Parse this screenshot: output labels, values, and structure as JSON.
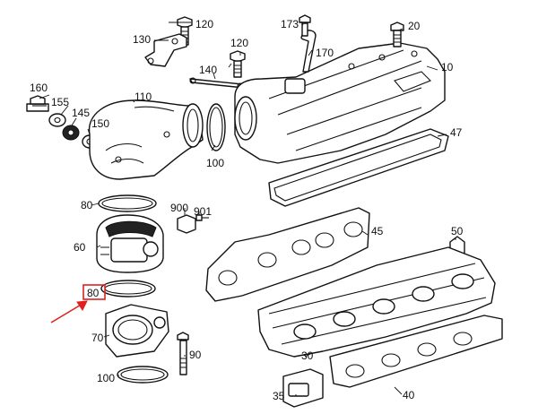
{
  "callouts": {
    "p10": "10",
    "p20": "20",
    "p30": "30",
    "p35": "35",
    "p40": "40",
    "p45": "45",
    "p47": "47",
    "p50": "50",
    "p60": "60",
    "p70": "70",
    "p80a": "80",
    "p80b": "80",
    "p90": "90",
    "p100a": "100",
    "p100b": "100",
    "p110": "110",
    "p120a": "120",
    "p120b": "120",
    "p130": "130",
    "p140": "140",
    "p145": "145",
    "p150": "150",
    "p155": "155",
    "p160": "160",
    "p170": "170",
    "p173": "173",
    "p900": "900",
    "p901": "901"
  },
  "highlight": {
    "color": "#e02020",
    "target": "80"
  }
}
